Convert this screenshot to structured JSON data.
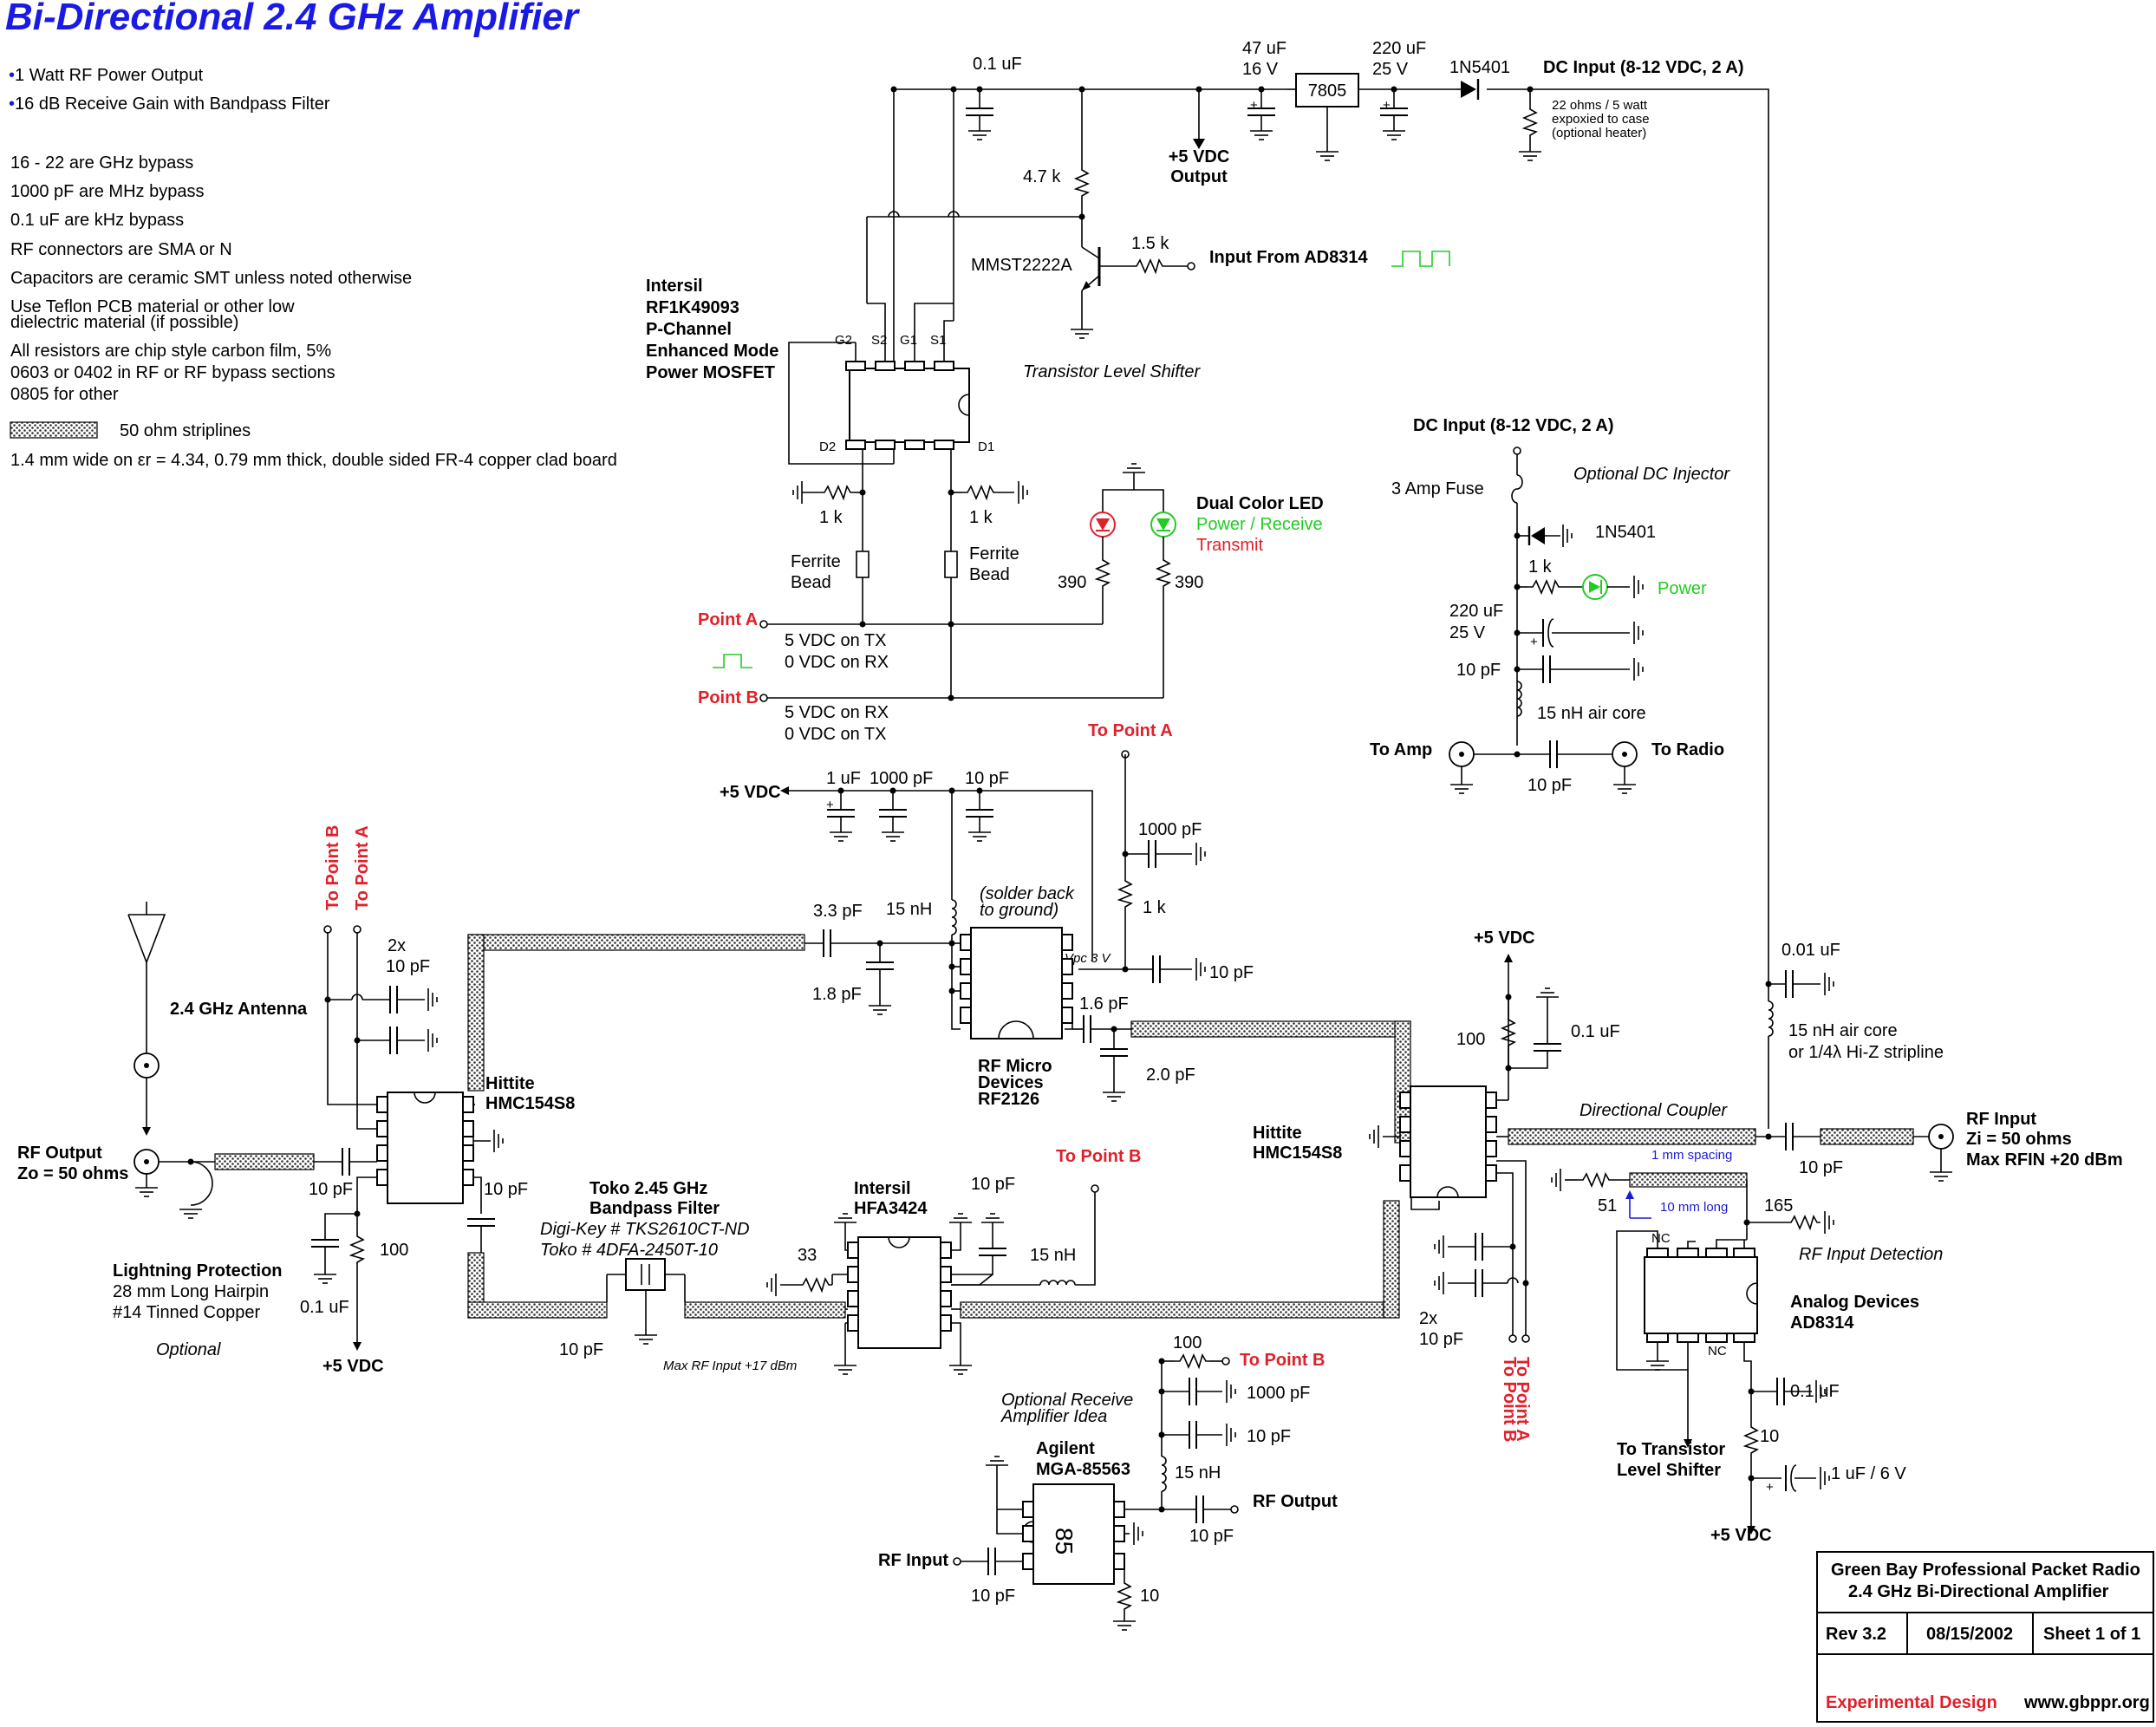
{
  "title": "Bi-Directional 2.4 GHz Amplifier",
  "features": [
    "1 Watt RF Power Output",
    "16 dB Receive Gain with Bandpass Filter"
  ],
  "notes": [
    "16 - 22 are GHz bypass",
    "1000 pF are MHz bypass",
    "0.1 uF are kHz bypass",
    "RF connectors are SMA or N",
    "Capacitors are ceramic SMT unless noted otherwise",
    "Use Teflon PCB material or other low",
    "dielectric material    (if possible)",
    "All resistors are chip style carbon film, 5%",
    "0603 or 0402 in RF or RF bypass sections",
    "0805 for other"
  ],
  "stripline_legend": "50 ohm striplines",
  "board_note": "1.4 mm wide on εr = 4.34, 0.79 mm thick, double sided FR-4 copper clad board",
  "power_section": {
    "c1": "0.1 uF",
    "c2_value": "47 uF",
    "c2_voltage": "16 V",
    "regulator": "7805",
    "c3_value": "220 uF",
    "c3_voltage": "25 V",
    "diode": "1N5401",
    "dc_input": "DC Input (8-12 VDC, 2 A)",
    "heater_lines": [
      "22 ohms / 5 watt",
      "expoxied to case",
      "(optional heater)"
    ],
    "out_lines": [
      "+5 VDC",
      "Output"
    ],
    "r_4k7": "4.7 k",
    "r_1k5": "1.5 k",
    "transistor": "MMST2222A",
    "input_from": "Input From AD8314",
    "shifter_label": "Transistor Level Shifter",
    "mosfet_lines": [
      "Intersil",
      "RF1K49093",
      "P-Channel",
      "Enhanced Mode",
      "Power MOSFET"
    ],
    "mosfet_pins": [
      "G2",
      "S2",
      "G1",
      "S1",
      "D2",
      "D1"
    ],
    "r_1k_left": "1 k",
    "r_1k_right": "1 k",
    "ferrite_left": [
      "Ferrite",
      "Bead"
    ],
    "ferrite_right": [
      "Ferrite",
      "Bead"
    ],
    "r_390_left": "390",
    "r_390_right": "390",
    "led_title": "Dual Color LED",
    "led_green": "Power / Receive",
    "led_red": "Transmit",
    "point_a": "Point A",
    "point_a_lines": [
      "5 VDC on TX",
      "0 VDC on RX"
    ],
    "point_b": "Point B",
    "point_b_lines": [
      "5 VDC on RX",
      "0 VDC on TX"
    ]
  },
  "injector": {
    "dc_input": "DC Input (8-12 VDC, 2 A)",
    "label": "Optional DC Injector",
    "fuse": "3 Amp Fuse",
    "diode": "1N5401",
    "r_1k": "1 k",
    "power": "Power",
    "c1_value": "220 uF",
    "c1_voltage": "25 V",
    "c2": "10 pF",
    "inductor": "15 nH air core",
    "to_amp": "To Amp",
    "to_radio": "To Radio",
    "c3": "10 pF"
  },
  "rf": {
    "plus5": "+5 VDC",
    "c_1uf": "1 uF",
    "c_1000pf": "1000 pF",
    "c_10pf": "10 pF",
    "to_point_a_top": "To Point A",
    "c_1000pf_b": "1000 pF",
    "r_1k": "1 k",
    "c_3p3": "3.3 pF",
    "l_15nh": "15 nH",
    "solder_lines": [
      "(solder back",
      "to ground)"
    ],
    "vpc": "Vpc 3 V",
    "c_10pf_vpc": "10 pF",
    "c_1p8": "1.8 pF",
    "c_1p6": "1.6 pF",
    "c_2p0": "2.0 pF",
    "rfmd_lines": [
      "RF Micro",
      "Devices",
      "RF2126"
    ],
    "to_point_b_left": "To Point B",
    "to_point_a_left": "To Point A",
    "c_2x_left": [
      "2x",
      "10 pF"
    ],
    "antenna": "2.4 GHz Antenna",
    "hittite_left": [
      "Hittite",
      "HMC154S8"
    ],
    "rf_output_lines": [
      "RF Output",
      "Zo = 50 ohms"
    ],
    "c_10pf_a": "10 pF",
    "c_10pf_b": "10 pF",
    "r_100": "100",
    "c_0p1": "0.1 uF",
    "plus5_b": "+5 VDC",
    "lightning_lines": [
      "Lightning Protection",
      "28 mm Long Hairpin",
      "#14 Tinned Copper"
    ],
    "optional": "Optional",
    "toko_lines": [
      "Toko 2.45 GHz",
      "Bandpass Filter"
    ],
    "toko_pn": [
      "Digi-Key # TKS2610CT-ND",
      "Toko # 4DFA-2450T-10"
    ],
    "c_10pf_toko": "10 pF",
    "max_rf": "Max RF Input +17 dBm",
    "hfa_lines": [
      "Intersil",
      "HFA3424"
    ],
    "r_33": "33",
    "c_10pf_hfa": "10 pF",
    "l_15nh_b": "15 nH",
    "to_point_b_mid": "To Point B",
    "plus5_c": "+5 VDC",
    "r_100b": "100",
    "c_0p1b": "0.1 uF",
    "hittite_right": [
      "Hittite",
      "HMC154S8"
    ],
    "dir_coupler": "Directional Coupler",
    "spacing": "1 mm spacing",
    "length": "10 mm long",
    "r_51": "51",
    "r_165": "165",
    "rf_input_det": "RF Input Detection",
    "ad_lines": [
      "Analog Devices",
      "AD8314"
    ],
    "nc1": "NC",
    "nc2": "NC",
    "c_0p01": "0.01 uF",
    "l_air": [
      "15 nH air core",
      "or 1/4λ Hi-Z stripline"
    ],
    "rf_input_lines": [
      "RF Input",
      "Zi = 50 ohms",
      "Max RFIN +20 dBm"
    ],
    "c_10pf_in": "10 pF",
    "c_2x_right": [
      "2x",
      "10 pF"
    ],
    "to_point_b_right": "To Point B",
    "to_point_a_right": "To Point A",
    "c_0p1c": "0.1 uF",
    "r_10": "10",
    "c_1uf6v": "1 uF / 6 V",
    "plus5_d": "+5 VDC",
    "to_shifter": [
      "To Transistor",
      "Level Shifter"
    ]
  },
  "receive_amp": {
    "idea": [
      "Optional Receive",
      "Amplifier Idea"
    ],
    "part": [
      "Agilent",
      "MGA-85563"
    ],
    "marking": "85",
    "r_100": "100",
    "to_point_b": "To Point B",
    "c_1000": "1000 pF",
    "c_10": "10 pF",
    "l_15": "15 nH",
    "rf_output": "RF Output",
    "c_10_out": "10 pF",
    "rf_input": "RF Input",
    "c_10_in": "10 pF",
    "r_10": "10"
  },
  "title_block": {
    "line1": "Green Bay Professional Packet Radio",
    "line2": "2.4 GHz Bi-Directional Amplifier",
    "rev": "Rev 3.2",
    "date": "08/15/2002",
    "sheet": "Sheet 1 of 1",
    "design": "Experimental Design",
    "url": "www.gbppr.org"
  }
}
